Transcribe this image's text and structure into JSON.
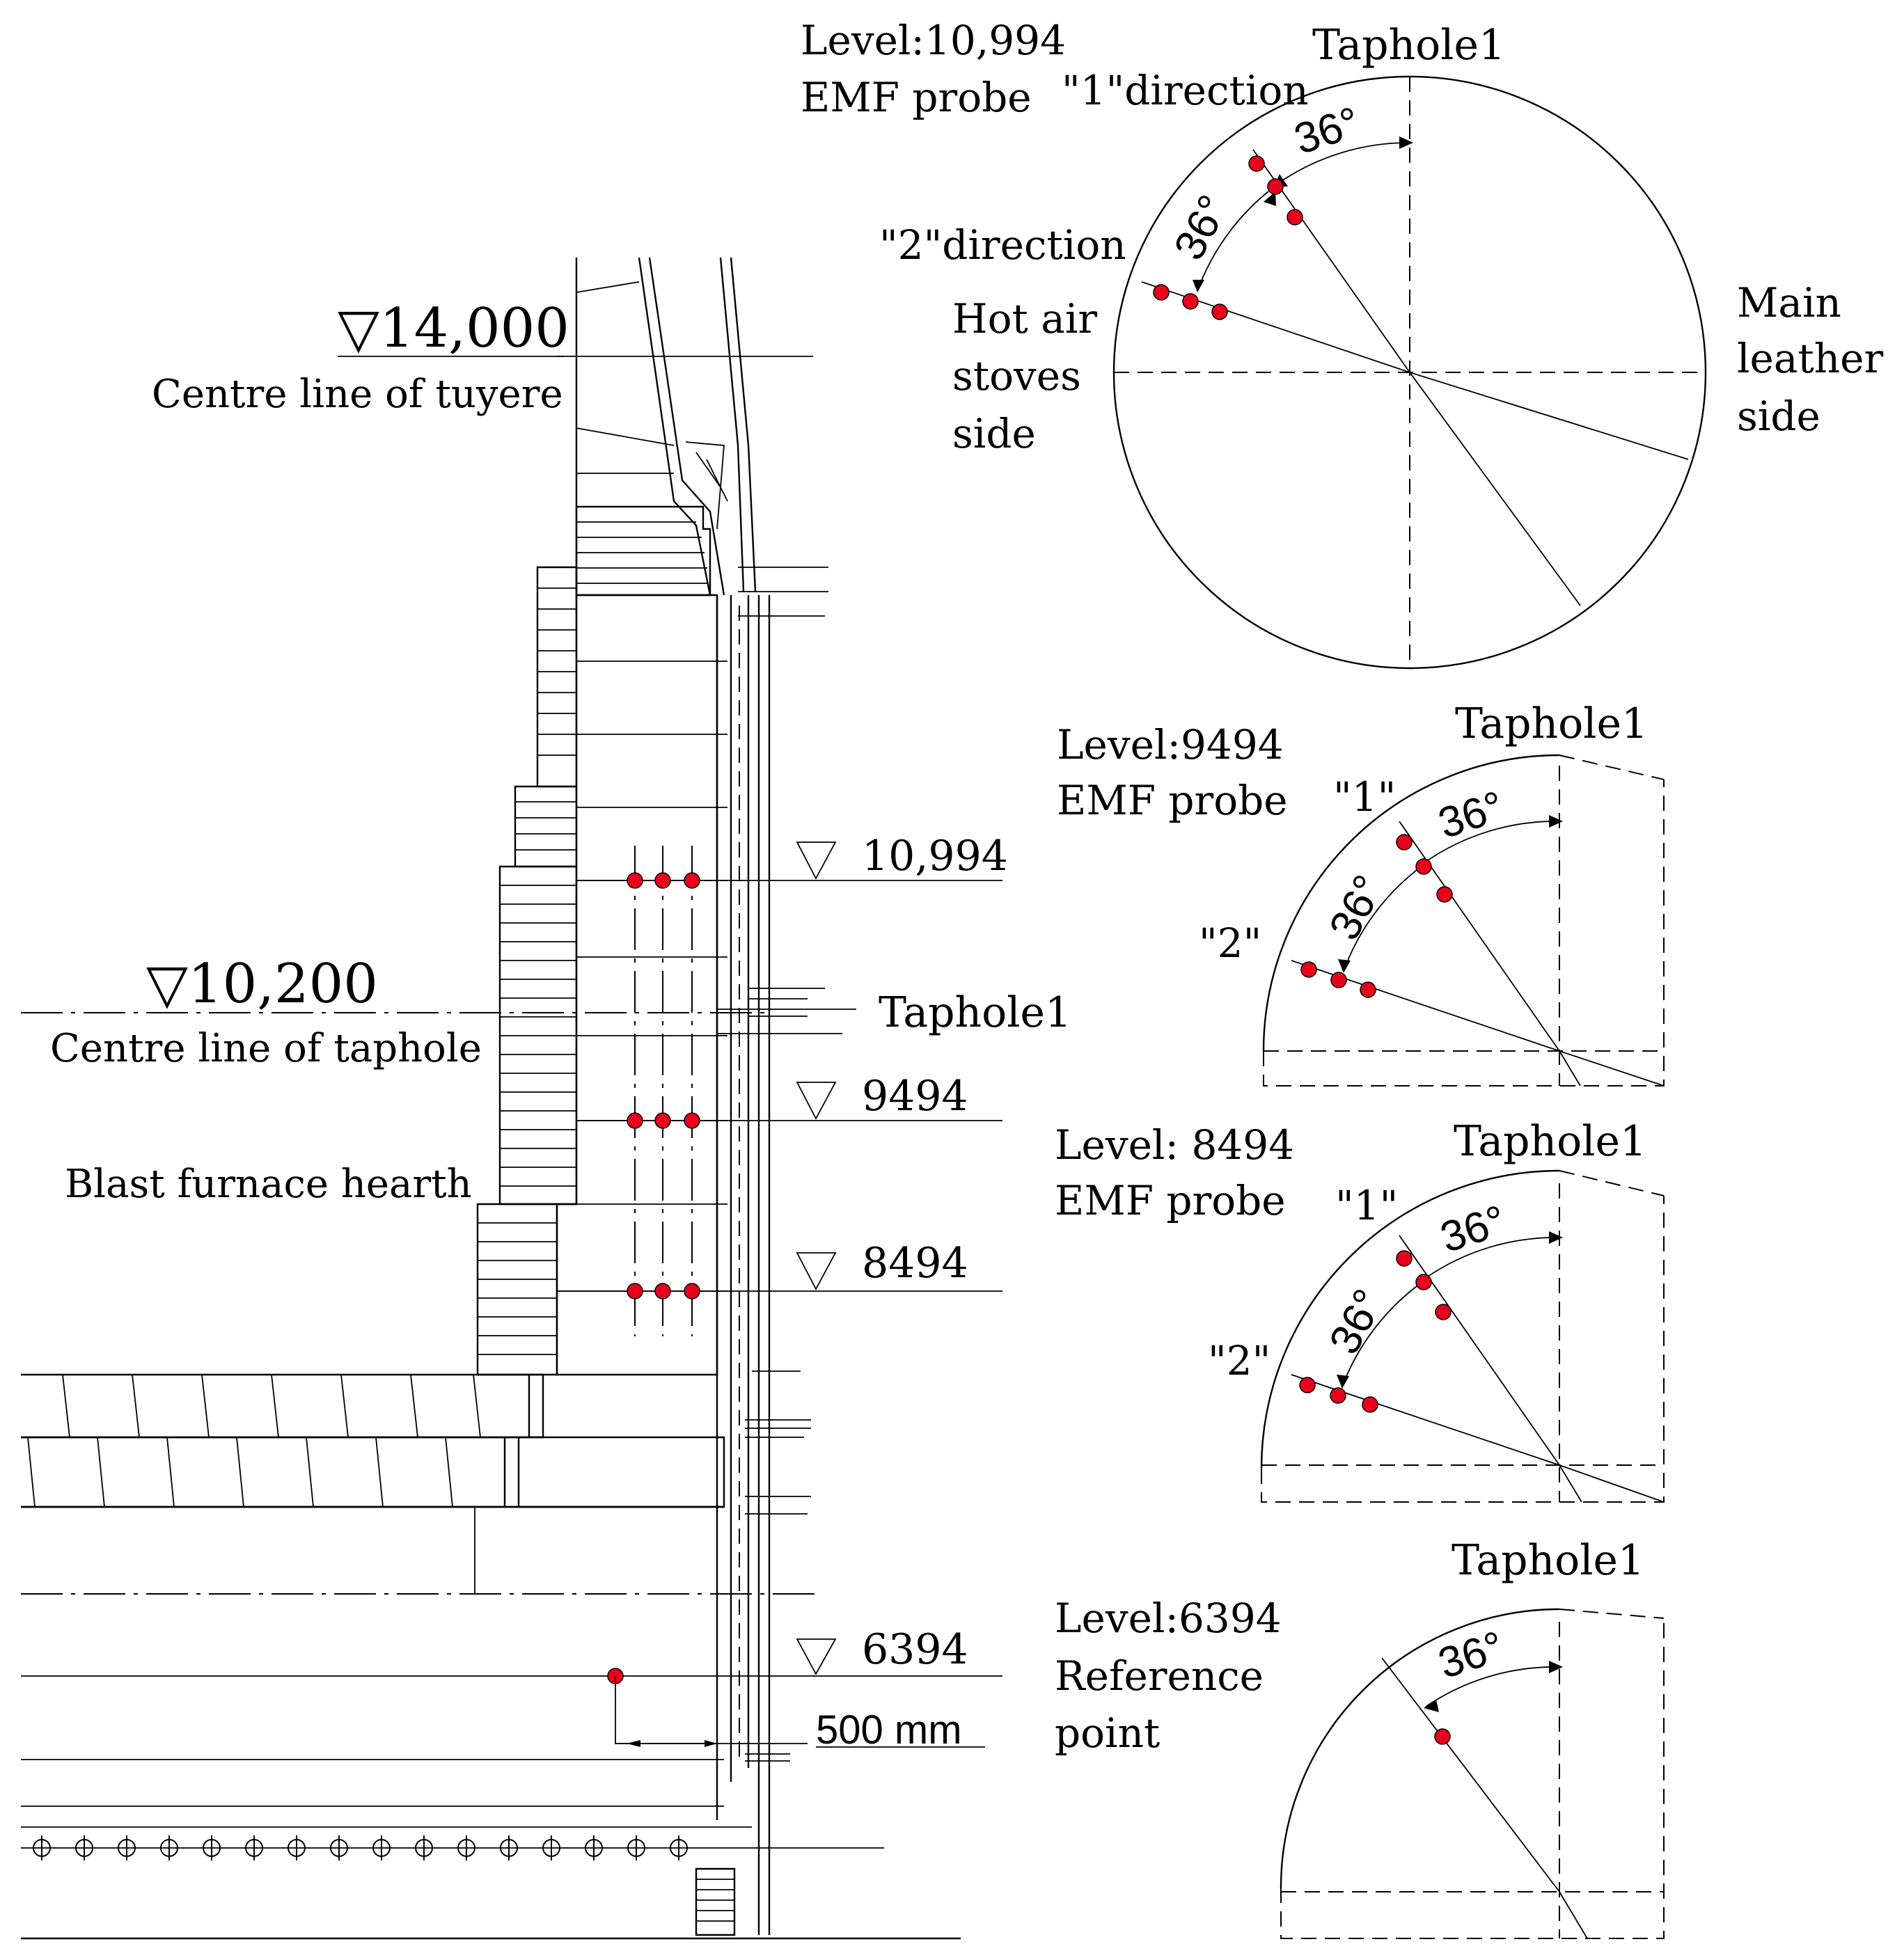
{
  "colors": {
    "probe": "#e8001c",
    "line": "#000000",
    "background": "#ffffff"
  },
  "elevations": {
    "e14000": {
      "value": "▽14,000",
      "caption": "Centre line of tuyere"
    },
    "e10200": {
      "value": "▽10,200",
      "caption": "Centre line of taphole"
    },
    "e10994": "10,994",
    "e9494": "9494",
    "e8494": "8494",
    "e6394": "6394"
  },
  "section": {
    "taphole": "Taphole1",
    "hearth": "Blast furnace hearth",
    "offset": "500 mm"
  },
  "plan_top": {
    "level": "Level:10,994",
    "probe": "EMF probe",
    "taphole": "Taphole1",
    "dir1": "\"1\"direction",
    "dir2": "\"2\"direction",
    "angle1": "36°",
    "angle2": "36°",
    "west_side": [
      "Hot air",
      "stoves",
      "side"
    ],
    "east_side": [
      "Main",
      "leather",
      "side"
    ]
  },
  "plan_9494": {
    "level": "Level:9494",
    "probe": "EMF probe",
    "taphole": "Taphole1",
    "dir1": "\"1\"",
    "dir2": "\"2\"",
    "angle1": "36°",
    "angle2": "36°"
  },
  "plan_8494": {
    "level": "Level: 8494",
    "probe": "EMF probe",
    "taphole": "Taphole1",
    "dir1": "\"1\"",
    "dir2": "\"2\"",
    "angle1": "36°",
    "angle2": "36°"
  },
  "plan_6394": {
    "level": "Level:6394",
    "ref": [
      "Reference",
      "point"
    ],
    "taphole": "Taphole1",
    "angle1": "36°"
  }
}
